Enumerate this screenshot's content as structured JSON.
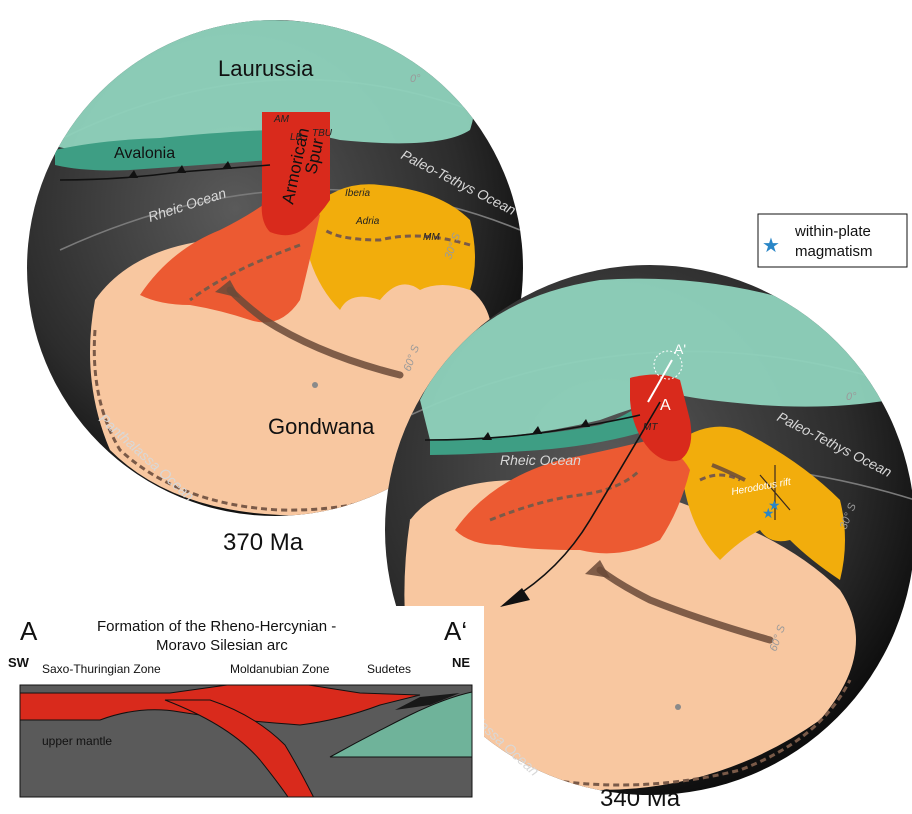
{
  "globe1": {
    "age": "370 Ma",
    "laurussia": "Laurussia",
    "avalonia": "Avalonia",
    "armorican_spur": [
      "Armorican",
      "Spur"
    ],
    "am": "AM",
    "lb": "LB",
    "tbu": "TBU",
    "iberia": "Iberia",
    "adria": "Adria",
    "mm": "MM",
    "rheic": "Rheic Ocean",
    "paleo_tethys": "Paleo-Tethys Ocean",
    "panthalassa": "Panthalassa Ocean",
    "gondwana": "Gondwana",
    "lat30": "30° S",
    "lat60": "60° S",
    "lat0": "0°"
  },
  "globe2": {
    "age": "340 Ma",
    "a": "A",
    "a_prime": "A'",
    "mt": "MT",
    "herodotus": "Herodotus rift",
    "rheic": "Rheic Ocean",
    "paleo_tethys": "Paleo-Tethys Ocean",
    "panthalassa": "Panthalassa Ocean",
    "lat30": "30° S",
    "lat60": "60° S",
    "lat0": "0°"
  },
  "legend": {
    "line1": "within-plate",
    "line2": "magmatism"
  },
  "cross_section": {
    "letter_left": "A",
    "letter_right": "A‘",
    "title_line1": "Formation of the Rheno-Hercynian -",
    "title_line2": "Moravo Silesian arc",
    "sw": "SW",
    "ne": "NE",
    "saxo": "Saxo-Thuringian Zone",
    "moldanubian": "Moldanubian Zone",
    "sudetes": "Sudetes",
    "upper_mantle": "upper mantle"
  },
  "colors": {
    "laurussia": "#8fd3bd",
    "avalonia": "#3e9e84",
    "armorica": "#d92a1c",
    "armorica_light": "#ec5a32",
    "iberia_adria": "#f2ad0c",
    "gondwana": "#f8c7a0",
    "globe": "#2e2e2e",
    "mantle": "#5a5a5a"
  }
}
